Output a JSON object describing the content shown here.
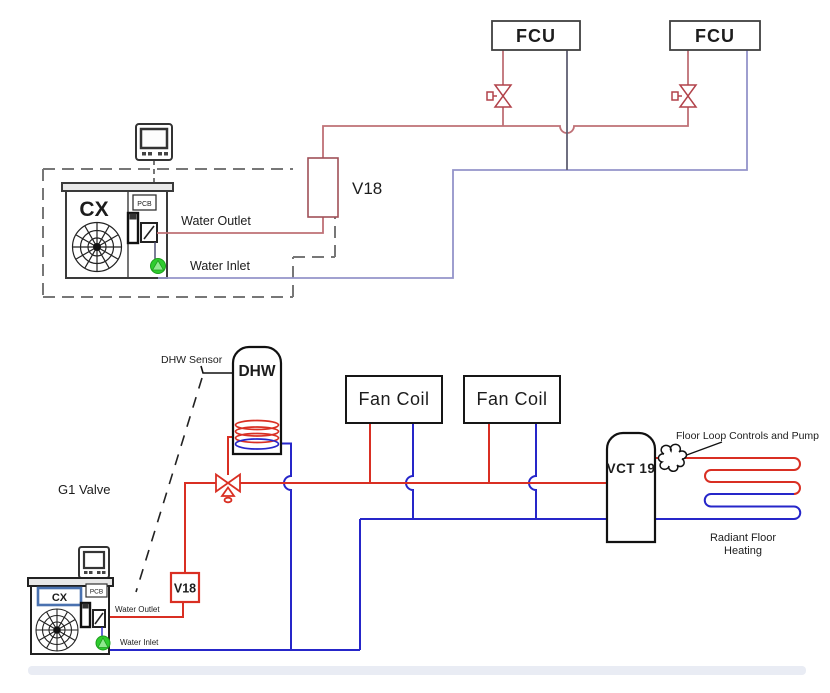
{
  "colors": {
    "top_supply": "#bf7076",
    "top_valve": "#b2424a",
    "top_v18_box": "#a05058",
    "top_return": "#9494ca",
    "top_fcu1_return": "#5f5f72",
    "bottom_supply": "#d92f23",
    "bottom_return": "#2626c9",
    "pump_green": "#2ecc2e",
    "cx_box_blue": "#4a72b0",
    "outline_black": "#1a1a1a",
    "dashed_gray": "#777777",
    "pcb_text": "#9c3f3f",
    "bottom_bar": "#e9ecf4"
  },
  "top": {
    "fcu1": "FCU",
    "fcu2": "FCU",
    "v18": "V18",
    "cx": "CX",
    "pcb": "PCB",
    "water_outlet": "Water Outlet",
    "water_inlet": "Water Inlet"
  },
  "bottom": {
    "dhw_sensor": "DHW Sensor",
    "dhw": "DHW",
    "g1_valve": "G1 Valve",
    "fan_coil_1": "Fan Coil",
    "fan_coil_2": "Fan Coil",
    "vct": "VCT 19",
    "v18": "V18",
    "cx": "CX",
    "pcb": "PCB",
    "water_outlet": "Water Outlet",
    "water_inlet": "Water Inlet",
    "floor_loop": "Floor Loop Controls and Pump",
    "radiant_1": "Radiant Floor",
    "radiant_2": "Heating"
  }
}
